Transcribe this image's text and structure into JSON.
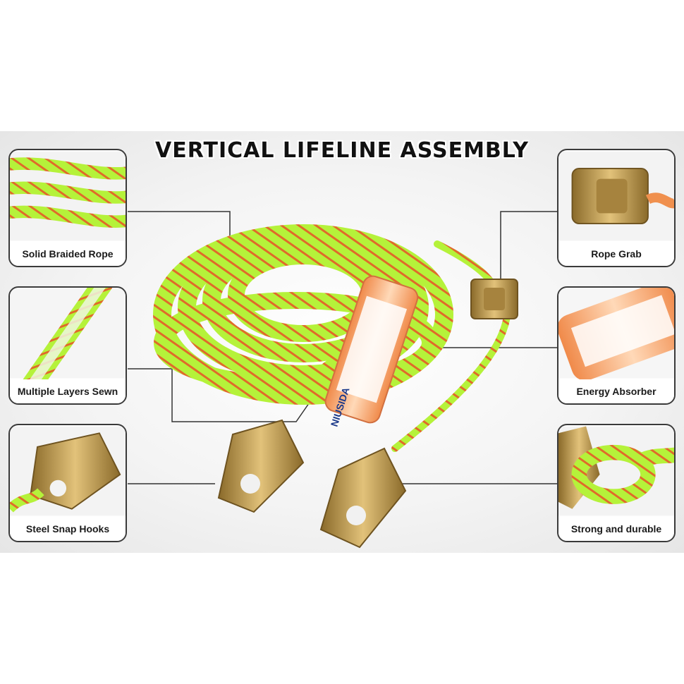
{
  "title": "VERTICAL LIFELINE ASSEMBLY",
  "callouts": {
    "rope": "Solid Braided Rope",
    "layers": "Multiple Layers Sewn",
    "hooks": "Steel Snap Hooks",
    "grab": "Rope Grab",
    "absorber": "Energy Absorber",
    "durable": "Strong and durable"
  },
  "absorber_brand": "NIUSIDA",
  "colors": {
    "rope": "#b5f23a",
    "rope_fleck": "#e06a2a",
    "steel": "#c9a24a",
    "absorber": "#f5a06a",
    "outline": "#3a3a3a"
  }
}
